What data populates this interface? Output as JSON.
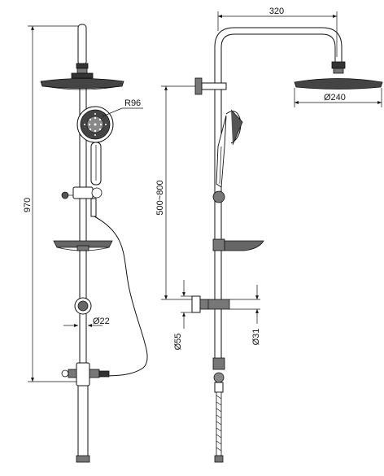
{
  "dimensions": {
    "total_height": "970",
    "hand_shower_radius": "R96",
    "pipe_diameter": "Ø22",
    "adjustable_range": "500~800",
    "arm_reach": "320",
    "head_diameter": "Ø240",
    "bracket_diameter": "Ø55",
    "pipe_outer_diameter": "Ø31"
  },
  "icons": {
    "front_view": "shower-column-front-view",
    "side_view": "shower-column-side-view"
  }
}
